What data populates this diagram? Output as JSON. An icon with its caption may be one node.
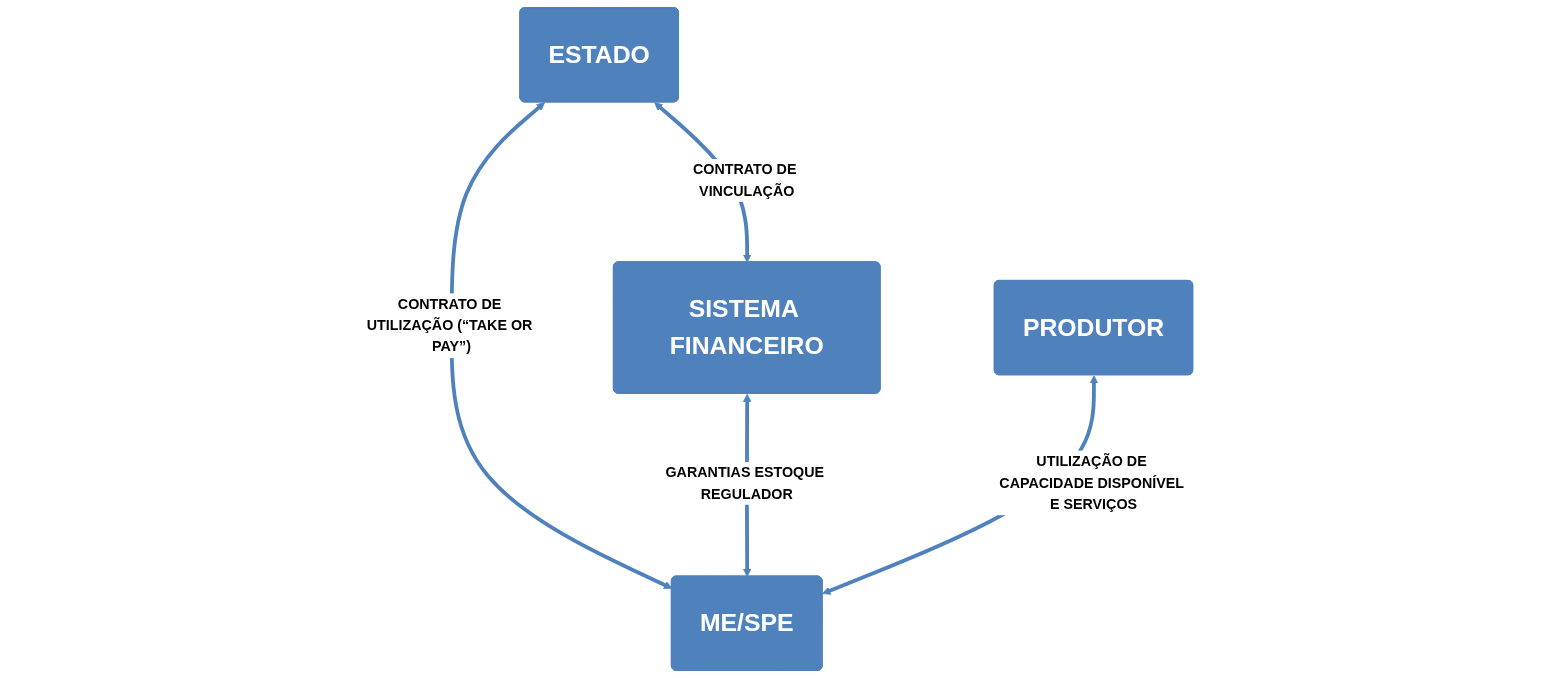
{
  "diagram": {
    "nodes": [
      {
        "text": [
          "ESTADO"
        ]
      },
      {
        "text": [
          "SISTEMA FINANCEIRO"
        ]
      },
      {
        "text": [
          "PRODUTOR"
        ]
      },
      {
        "text": [
          "ME/SPE"
        ]
      }
    ],
    "edges": [
      {
        "from": 0,
        "to": 1,
        "arrow": "both",
        "label": "CONTRATO DE VINCULAÇÃO"
      },
      {
        "from": 0,
        "to": 3,
        "arrow": "both",
        "label": "CONTRATO DE UTILIZAÇÃO (“TAKE OR PAY”)"
      },
      {
        "from": 1,
        "to": 3,
        "arrow": "both",
        "label": "GARANTIAS ESTOQUE REGULADOR"
      },
      {
        "from": 2,
        "to": 3,
        "arrow": "both",
        "label": "UTILIZAÇÃO DE CAPACIDADE DISPONÍVEL E SERVIÇOS"
      }
    ]
  }
}
